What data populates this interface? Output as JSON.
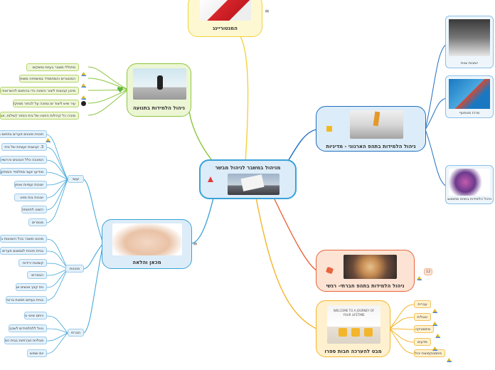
{
  "central": {
    "title": "מניהול במשבר לניהול מבשר"
  },
  "top_partial": {
    "title": "המנטוריינג"
  },
  "mentoring": {
    "title": "ניהול הלמידות בתנועה",
    "leaves": [
      "מחוללי משבר בעיות ומשקים",
      "המנטורים והמתמודד במשפחה משותפת",
      "מיכון קבוצות ליצור הזמנה כדי בהתאם להשראות ותנך הקהילה",
      "עיר שיש ליצוד ים נמוכה על לבחור ממוקד",
      "מוכרו כל קהילות החוגיו של בית הספר (שילוח, אורח תרגום גם)"
    ]
  },
  "container": {
    "title": "מכאן והלאה",
    "groups": [
      {
        "label": "יעוצי",
        "leaves": [
          "תכנית מוכנים פערים בתחום הלמידה",
          "3. קבוצות יועציות של בית",
          "המוכנה כלל הנכונים והרשויות בתחום",
          "מודיעו יועצי מתלמיד והמתקן גן",
          "יצוכות ועמיות ואופן",
          "יצוכות בות מיוט",
          "הזמנו לתחותה",
          "מגמרים"
        ]
      },
      {
        "label": "מוכנות",
        "leaves": [
          "מכוונו משבר בכל השכונות בונקציונלי",
          "בניית תכנית לצמצום פערים בתחום הלמידה",
          "קומונת ירידות",
          "הבמרים",
          "ניפ קבץ אנשים אחד",
          "בניית נעיתם תפוגת ברובי"
        ]
      },
      {
        "label": "חברתי",
        "leaves": [
          "כיתם שינוי ט'",
          "גיוול ללתלמידים לשכבה ג'",
          "מבליות חברתיות בבית הספר",
          "יומ שפוש"
        ]
      }
    ]
  },
  "system": {
    "title": "ניהול הלמידות בתהפ הארגוני - מדיניות"
  },
  "system_children": [
    {
      "label": "ישיבות צוות"
    },
    {
      "label": "מרכז מטפטף"
    },
    {
      "label": "ניהול הלמידות בתהפ מתמטצ"
    }
  ],
  "social": {
    "title": "ניהול הלמידות בתהפ חברתי- רגשי",
    "badge": "12"
  },
  "future": {
    "title": "מבט להערכה חבות ספרו",
    "leaves": [
      "עברית",
      "אנגלית",
      "מתמטיקה",
      "מדעים",
      "מתמטקמוונת יכולה"
    ],
    "board_text": "WELCOME TO A JOURNEY OF YOUR LIFETIME"
  },
  "colors": {
    "mentoring_accent": "#8cc63f",
    "container_accent": "#3aa3d8",
    "system_accent": "#1f6fbf",
    "social_accent": "#e8643c",
    "future_accent": "#f3b52b",
    "top_accent": "#f0d33b"
  },
  "icons": [
    "heart-icon",
    "lock-icon",
    "puzzle-icon",
    "drive-icon",
    "note-icon",
    "warning-icon"
  ]
}
